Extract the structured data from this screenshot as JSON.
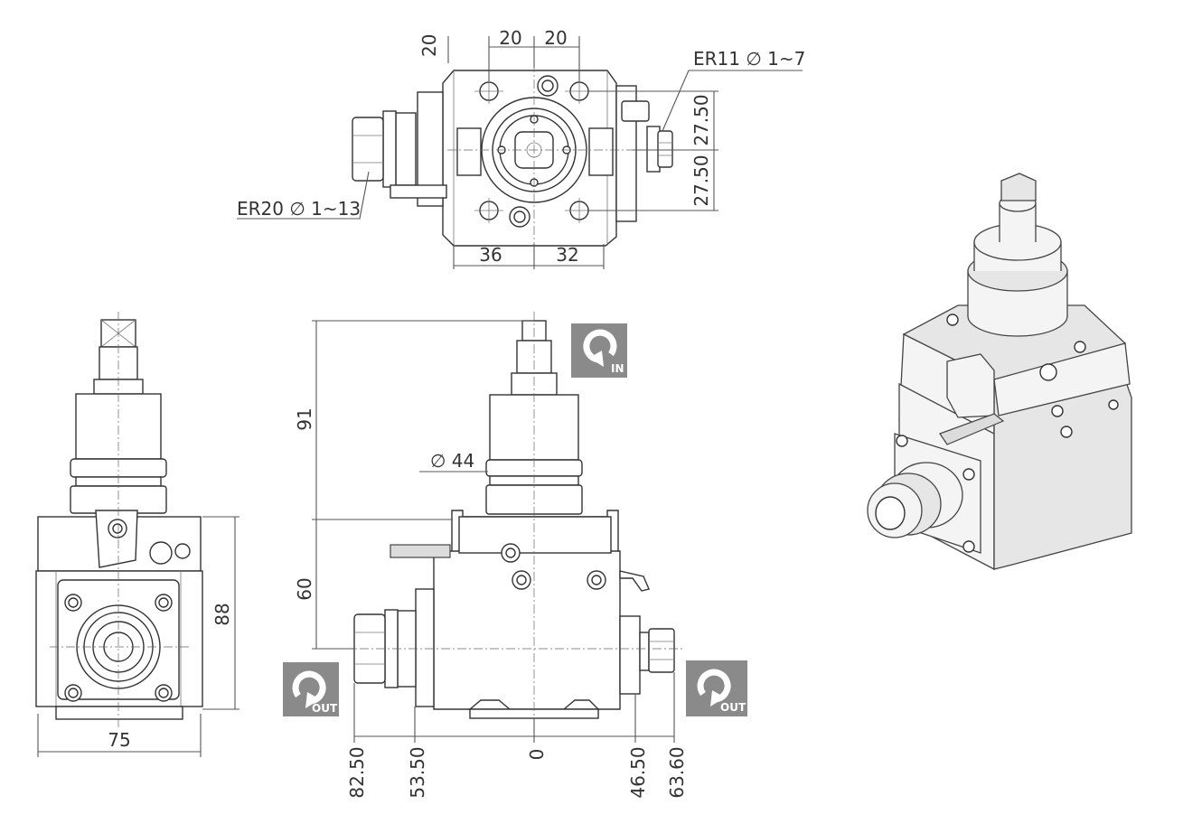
{
  "collet_labels": {
    "side": "ER11 ∅ 1~7",
    "main": "ER20 ∅ 1~13"
  },
  "top_view_dims": {
    "left_offset": "20",
    "top_left": "20",
    "top_right": "20",
    "right_upper": "27.50",
    "right_lower": "27.50",
    "bottom_left": "36",
    "bottom_right": "32"
  },
  "side_view_dims": {
    "width": "75",
    "height": "88"
  },
  "front_view_dims": {
    "upper_height": "91",
    "lower_height": "60",
    "spindle_diameter": "∅ 44",
    "x_positions": [
      "82.50",
      "53.50",
      "0",
      "46.50",
      "63.60"
    ]
  },
  "rotation_badges": {
    "input": "IN",
    "output_left": "OUT",
    "output_right": "OUT"
  },
  "colors": {
    "badge": "#8a8a8a",
    "line": "#333333"
  }
}
